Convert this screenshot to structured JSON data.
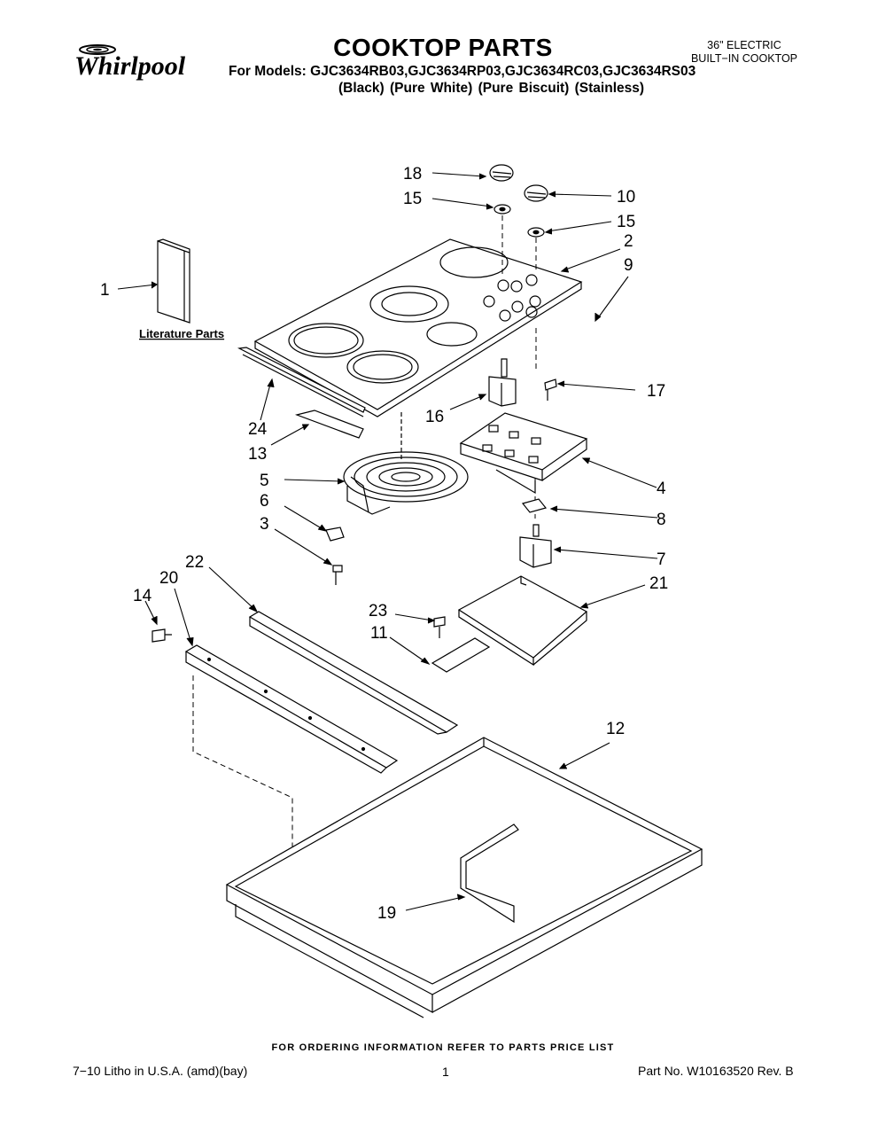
{
  "header": {
    "brand": "Whirlpool",
    "title": "COOKTOP PARTS",
    "models_line": "For Models: GJC3634RB03,GJC3634RP03,GJC3634RC03,GJC3634RS03",
    "finishes_line": "(Black)      (Pure White)   (Pure Biscuit)    (Stainless)",
    "product_line1": "36\" ELECTRIC",
    "product_line2": "BUILT−IN COOKTOP"
  },
  "diagram": {
    "literature_label": "Literature Parts",
    "callouts": {
      "c1": "1",
      "c2": "2",
      "c3": "3",
      "c4": "4",
      "c5": "5",
      "c6": "6",
      "c7": "7",
      "c8": "8",
      "c9": "9",
      "c10": "10",
      "c11": "11",
      "c12": "12",
      "c13": "13",
      "c14": "14",
      "c15a": "15",
      "c15b": "15",
      "c16": "16",
      "c17": "17",
      "c18": "18",
      "c19": "19",
      "c20": "20",
      "c21": "21",
      "c22": "22",
      "c23": "23",
      "c24": "24"
    }
  },
  "footer": {
    "ordering_note": "FOR ORDERING INFORMATION REFER TO PARTS PRICE LIST",
    "litho": "7−10 Litho in U.S.A. (amd)(bay)",
    "page": "1",
    "part_no": "Part No. W10163520 Rev. B"
  }
}
